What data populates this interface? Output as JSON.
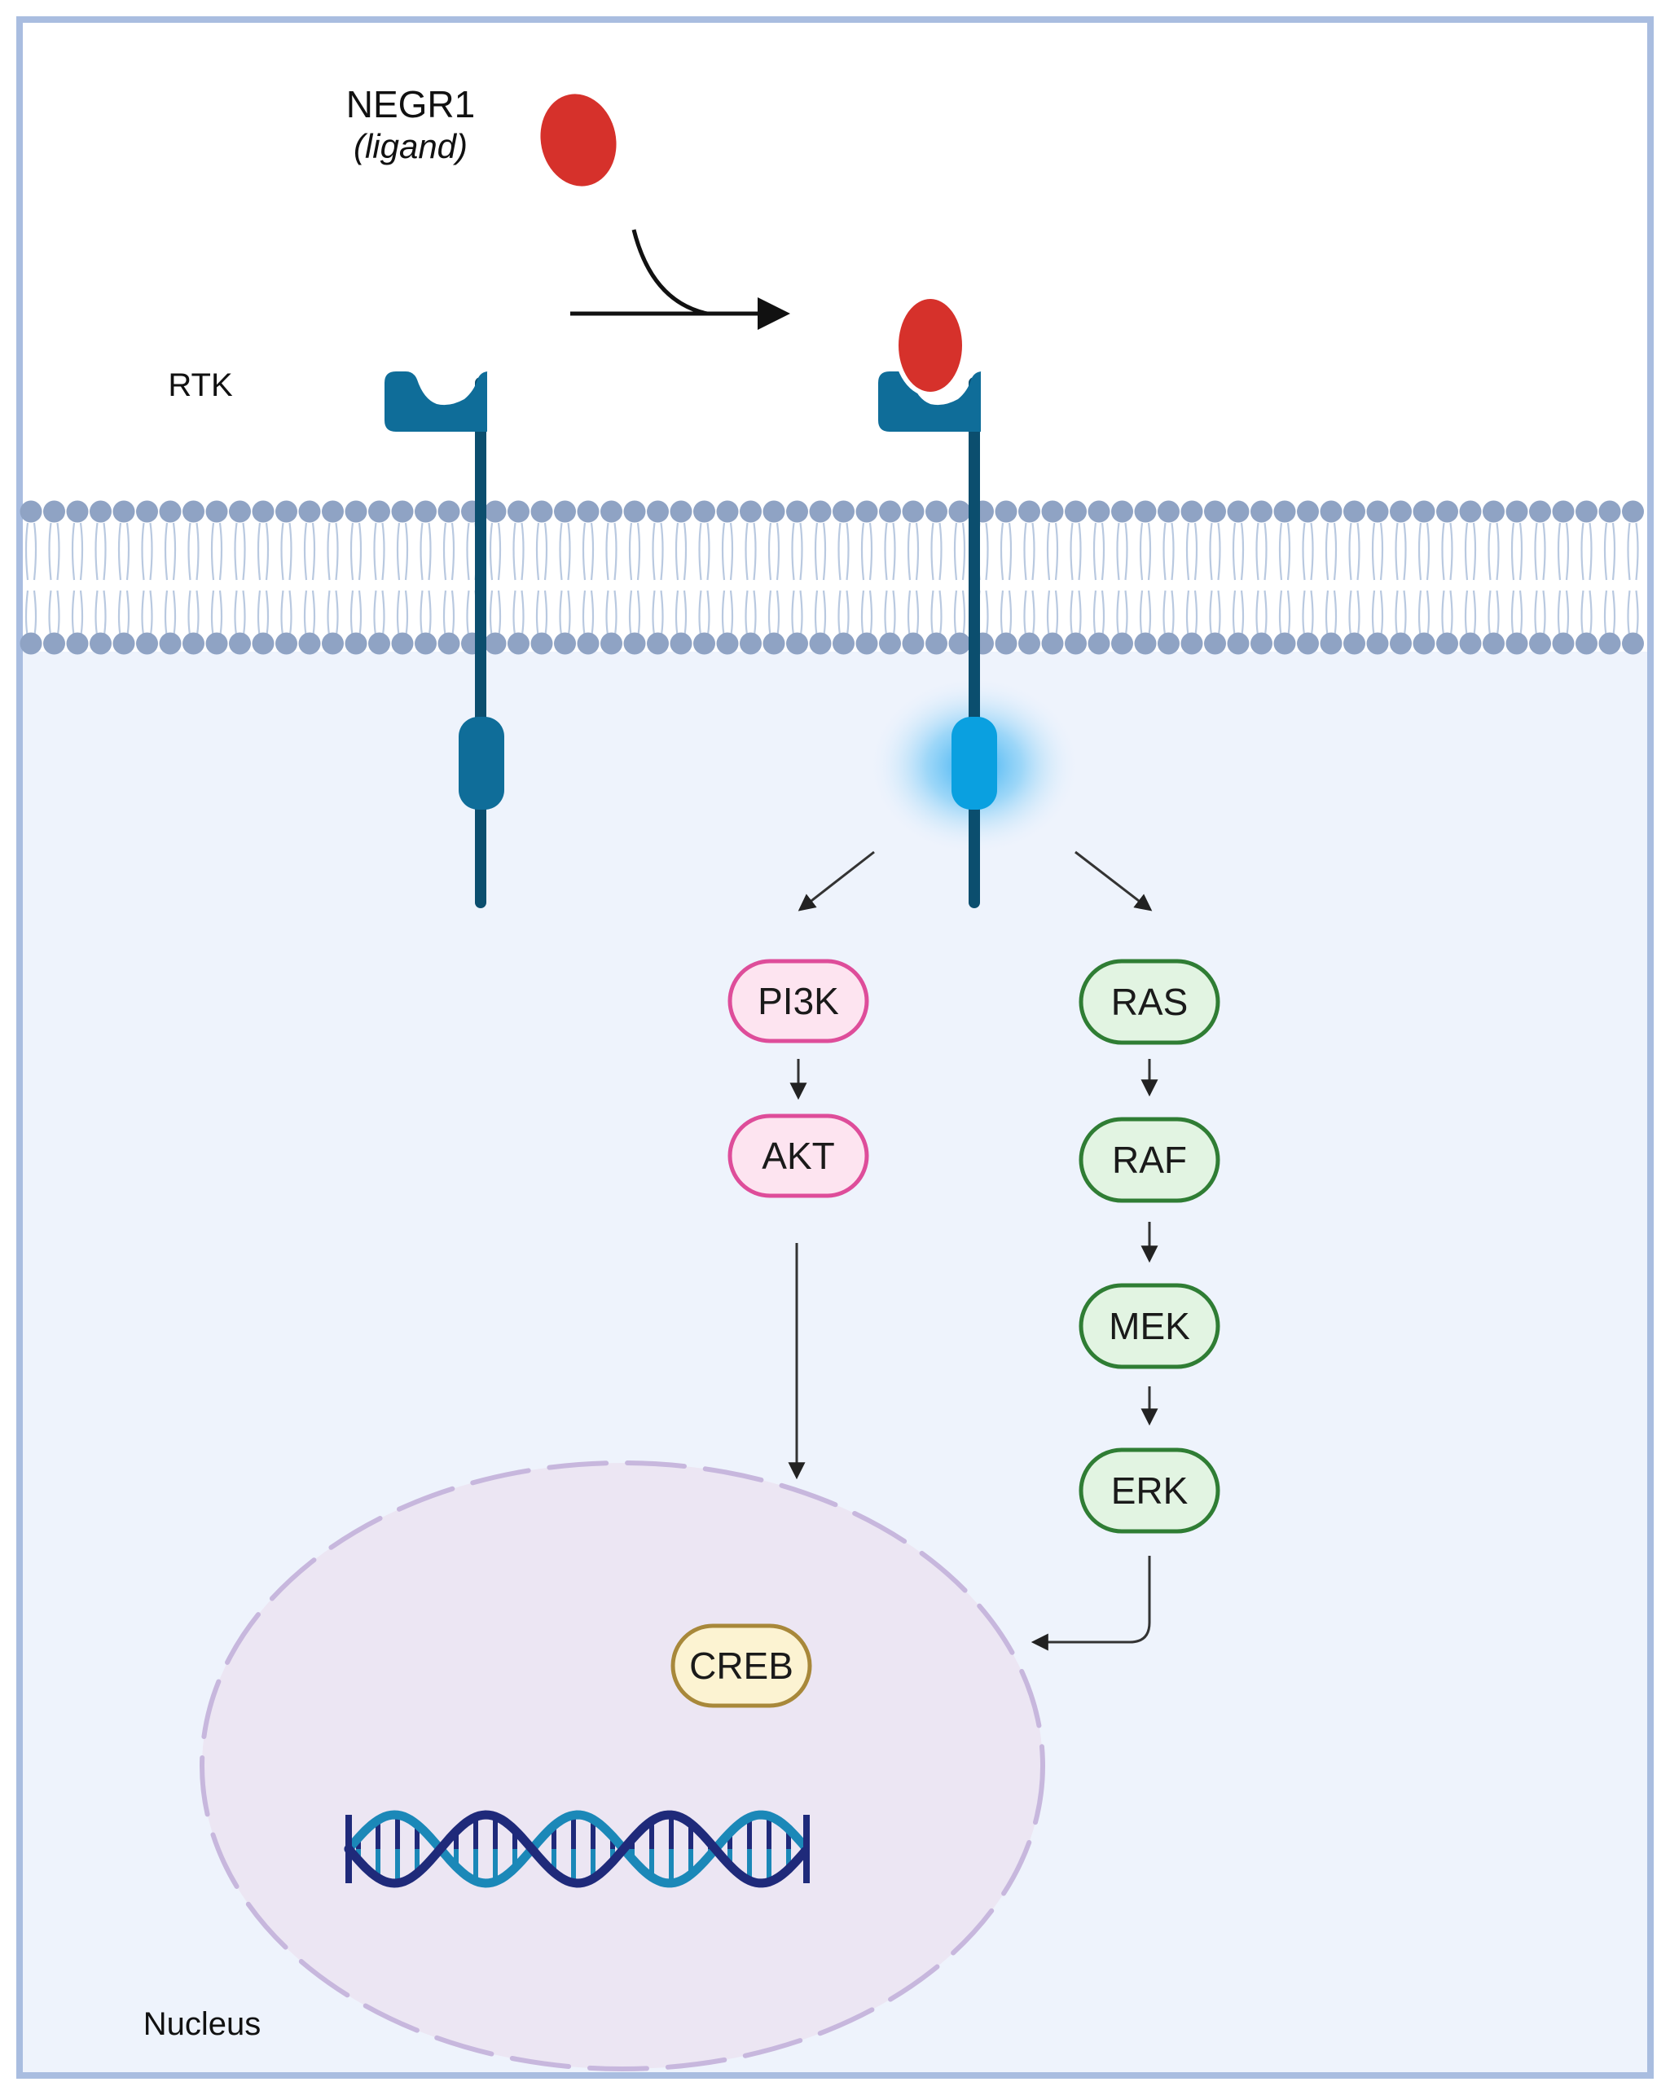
{
  "ligand": {
    "name": "NEGR1",
    "subtitle": "(ligand)"
  },
  "receptor": {
    "label": "RTK"
  },
  "pi3k_pathway": {
    "nodes": [
      {
        "id": "pi3k",
        "label": "PI3K"
      },
      {
        "id": "akt",
        "label": "AKT"
      }
    ]
  },
  "mapk_pathway": {
    "nodes": [
      {
        "id": "ras",
        "label": "RAS"
      },
      {
        "id": "raf",
        "label": "RAF"
      },
      {
        "id": "mek",
        "label": "MEK"
      },
      {
        "id": "erk",
        "label": "ERK"
      }
    ]
  },
  "nucleus": {
    "label": "Nucleus",
    "factor": "CREB"
  },
  "colors": {
    "frame": "#a9bde0",
    "cytoplasm": "#eef3fc",
    "membrane_head": "#8fa3c4",
    "membrane_tail": "#b9c9e0",
    "receptor": "#0f6d99",
    "receptor_stem": "#0b4e6e",
    "ligand": "#d6312b",
    "glow": "#2aa9f0",
    "pi3k_fill": "#fde4f0",
    "pi3k_stroke": "#de4d9a",
    "mapk_fill": "#e2f4e2",
    "mapk_stroke": "#2f7d34",
    "creb_fill": "#fcf3d2",
    "creb_stroke": "#a8883a",
    "nucleus_fill": "#ece6f3",
    "nucleus_stroke": "#c7b7dd",
    "dna_dark": "#1f2a7a",
    "dna_teal": "#1b88b8"
  }
}
